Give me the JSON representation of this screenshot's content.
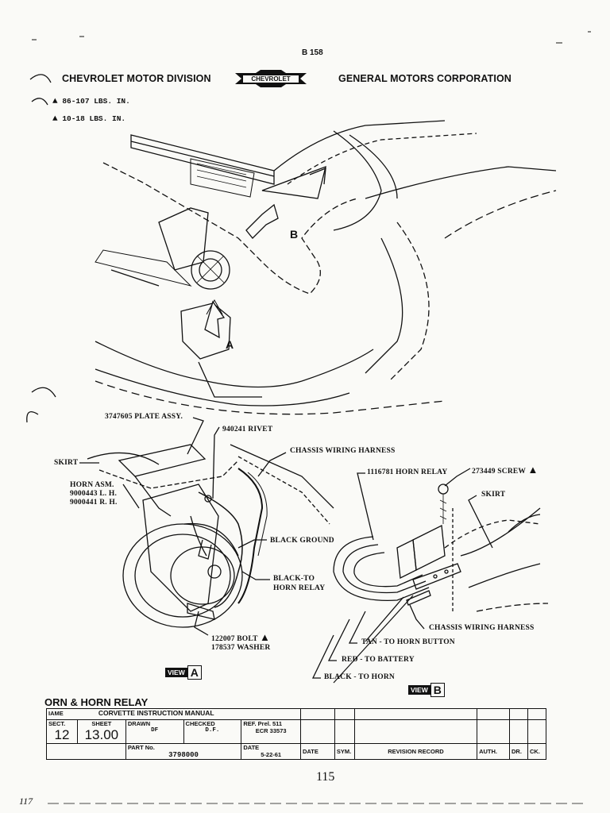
{
  "header": {
    "page_code": "B 158",
    "left_title": "CHEVROLET MOTOR DIVISION",
    "logo_text": "CHEVROLET",
    "right_title": "GENERAL MOTORS CORPORATION",
    "torque_specs": [
      "86-107 LBS. IN.",
      "10-18 LBS. IN."
    ]
  },
  "callouts": {
    "plate_assy": "3747605 PLATE ASSY.",
    "rivet": "940241 RIVET",
    "chassis_harness_left": "CHASSIS WIRING HARNESS",
    "skirt_left": "SKIRT",
    "horn_asm": [
      "HORN ASM.",
      "9000443 L. H.",
      "9000441 R. H."
    ],
    "black_ground": "BLACK GROUND",
    "black_to_horn_relay": [
      "BLACK-TO",
      "HORN RELAY"
    ],
    "bolt_washer": [
      "122007 BOLT",
      "178537 WASHER"
    ],
    "horn_relay": "1116781 HORN RELAY",
    "screw": "273449 SCREW",
    "skirt_right": "SKIRT",
    "chassis_harness_right": "CHASSIS WIRING HARNESS",
    "tan_wire": "TAN - TO HORN BUTTON",
    "red_wire": "RED - TO BATTERY",
    "black_wire": "BLACK - TO HORN",
    "arrow_a": "A",
    "arrow_b": "B"
  },
  "views": {
    "view_word": "VIEW",
    "a": "A",
    "b": "B"
  },
  "title_block": {
    "drawing_title": "ORN & HORN RELAY",
    "name_label": "IAME",
    "manual_name": "CORVETTE INSTRUCTION MANUAL",
    "sect_label": "SECT.",
    "sect_value": "12",
    "sheet_label": "SHEET",
    "sheet_value": "13.00",
    "drawn_label": "DRAWN",
    "drawn_value": "DF",
    "checked_label": "CHECKED",
    "checked_value": "D.F.",
    "part_label": "PART No.",
    "part_value": "3798000",
    "ref_label": "REF. Prel. 511",
    "ecr": "ECR 33573",
    "date_label": "DATE",
    "date_value": "5-22-61",
    "rev_cols": [
      "DATE",
      "SYM.",
      "REVISION RECORD",
      "AUTH.",
      "DR.",
      "CK."
    ]
  },
  "footer": {
    "page_number": "115",
    "corner_mark": "117"
  }
}
